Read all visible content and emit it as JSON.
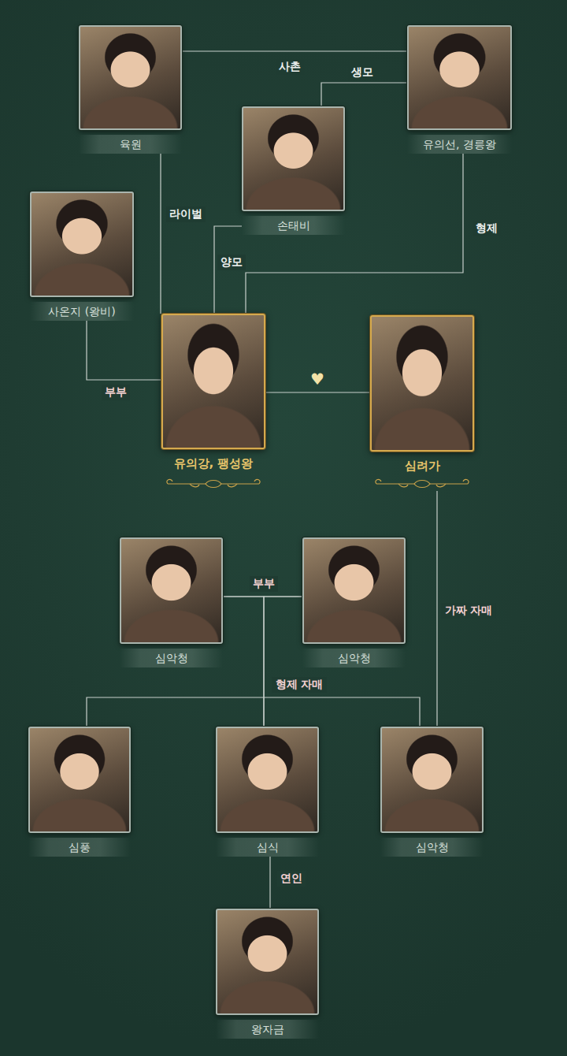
{
  "diagram": {
    "nodes": [
      {
        "text": [
          "육원"
        ]
      },
      {
        "text": [
          "유의선, 경릉왕"
        ]
      },
      {
        "text": [
          "손태비"
        ]
      },
      {
        "text": [
          "사온지 (왕비)"
        ]
      },
      {
        "text": [
          "유의강, 팽성왕"
        ]
      },
      {
        "text": [
          "심려가"
        ]
      },
      {
        "text": [
          "심악청"
        ]
      },
      {
        "text": [
          "심악청"
        ]
      },
      {
        "text": [
          "심풍"
        ]
      },
      {
        "text": [
          "심식"
        ]
      },
      {
        "text": [
          "심악청"
        ]
      },
      {
        "text": [
          "왕자금"
        ]
      }
    ],
    "edges": [
      {
        "from": 0,
        "to": 1,
        "label": "사촌",
        "arrow": "none"
      },
      {
        "from": 2,
        "to": 1,
        "label": "생모",
        "arrow": "none"
      },
      {
        "from": 0,
        "to": 4,
        "label": "라이벌",
        "arrow": "none"
      },
      {
        "from": 2,
        "to": 4,
        "label": "양모",
        "arrow": "none"
      },
      {
        "from": 1,
        "to": 4,
        "label": "형제",
        "arrow": "none"
      },
      {
        "from": 3,
        "to": 4,
        "label": "부부",
        "arrow": "none"
      },
      {
        "from": 4,
        "to": 5,
        "label": "♥",
        "arrow": "none"
      },
      {
        "from": 6,
        "to": 7,
        "label": "부부",
        "arrow": "none"
      },
      {
        "from": 6,
        "to": 9,
        "arrow": "none"
      },
      {
        "from": 7,
        "to": 9,
        "arrow": "none"
      },
      {
        "from": 8,
        "to": 10,
        "label": "형제 자매",
        "arrow": "none"
      },
      {
        "from": 5,
        "to": 10,
        "label": "가짜 자매",
        "arrow": "none"
      },
      {
        "from": 9,
        "to": 11,
        "label": "연인",
        "arrow": "none"
      }
    ]
  }
}
